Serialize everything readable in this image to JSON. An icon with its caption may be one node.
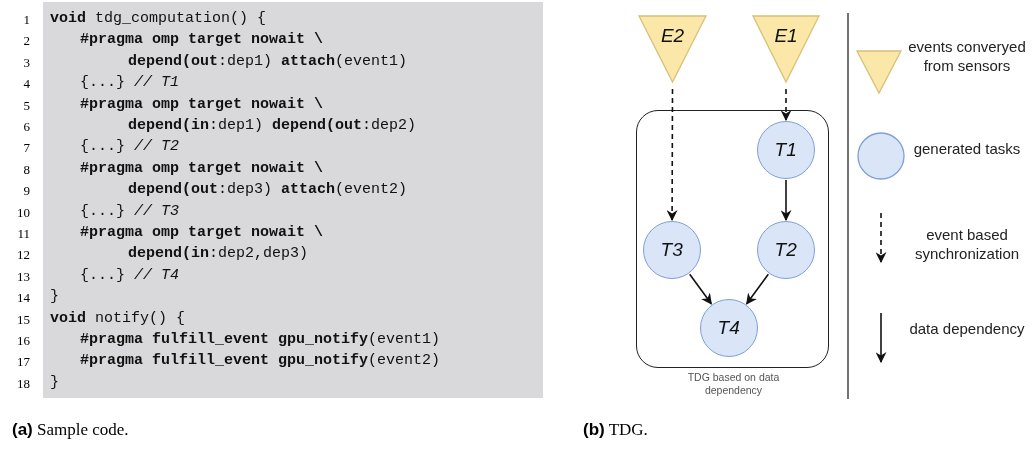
{
  "diagram": {
    "nodes": [
      {
        "text": [
          "TDG based on data dependency"
        ]
      },
      {
        "text": [
          "E2"
        ]
      },
      {
        "text": [
          "E1"
        ]
      },
      {
        "text": [
          "T1"
        ],
        "in": 0
      },
      {
        "text": [
          "T3"
        ],
        "in": 0
      },
      {
        "text": [
          "T2"
        ],
        "in": 0
      },
      {
        "text": [
          "T4"
        ],
        "in": 0
      }
    ],
    "edges": [
      {
        "from": 1,
        "to": 4,
        "arrow": "to",
        "style": "dashed"
      },
      {
        "from": 2,
        "to": 3,
        "arrow": "to",
        "style": "dashed"
      },
      {
        "from": 3,
        "to": 5,
        "arrow": "to"
      },
      {
        "from": 4,
        "to": 6,
        "arrow": "to"
      },
      {
        "from": 5,
        "to": 6,
        "arrow": "to"
      }
    ],
    "labels": [
      "1",
      "**void** tdg_computation() {",
      "2",
      "**#pragma omp target nowait \\**",
      "3",
      "**depend(out**:dep1) **attach**(event1)",
      "4",
      "{...} *// T1*",
      "5",
      "**#pragma omp target nowait \\**",
      "6",
      "**depend(in**:dep1) **depend(out**:dep2)",
      "7",
      "{...} *// T2*",
      "8",
      "**#pragma omp target nowait \\**",
      "9",
      "**depend(out**:dep3) **attach**(event2)",
      "10",
      "{...} *// T3*",
      "11",
      "**#pragma omp target nowait \\**",
      "12",
      "**depend(in**:dep2,dep3)",
      "13",
      "{...} *// T4*",
      "14",
      "}",
      "15",
      "**void** notify() {",
      "16",
      "**#pragma fulfill_event gpu_notify**(event1)",
      "17",
      "**#pragma fulfill_event gpu_notify**(event2)",
      "18",
      "}",
      "**(a)** Sample code.",
      "**(b)** TDG."
    ],
    "legend": [
      {
        "text": "events converyed from sensors"
      },
      {
        "text": "generated tasks"
      },
      {
        "text": "event based synchronization"
      },
      {
        "text": "data dependency"
      }
    ]
  }
}
